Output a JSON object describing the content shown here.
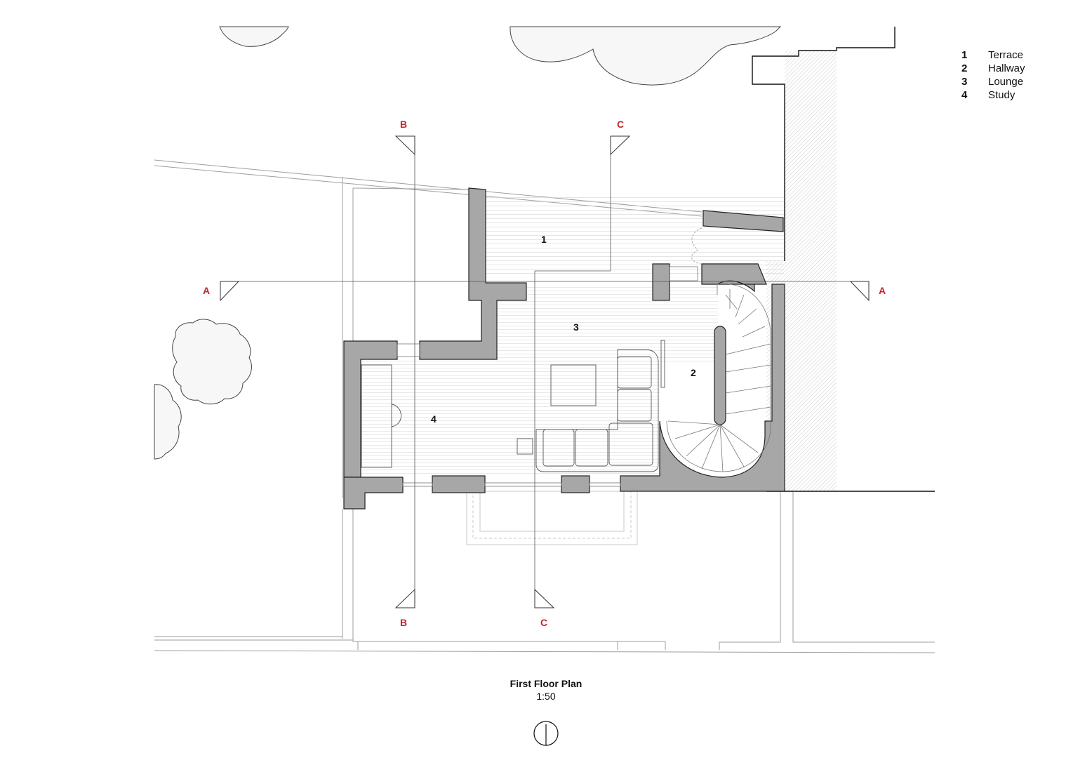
{
  "legend": [
    {
      "number": "1",
      "name": "Terrace"
    },
    {
      "number": "2",
      "name": "Hallway"
    },
    {
      "number": "3",
      "name": "Lounge"
    },
    {
      "number": "4",
      "name": "Study"
    }
  ],
  "rooms": {
    "terrace": "1",
    "hallway": "2",
    "lounge": "3",
    "study": "4"
  },
  "sections": {
    "a": "A",
    "b": "B",
    "c": "C"
  },
  "title": {
    "name": "First Floor Plan",
    "scale": "1:50"
  },
  "colors": {
    "wall_fill": "#a7a7a7",
    "wall_stroke": "#222222",
    "section_label": "#c0272d",
    "floor_lines": "#cfcfcf",
    "faint_lines": "#c8c8c8"
  }
}
